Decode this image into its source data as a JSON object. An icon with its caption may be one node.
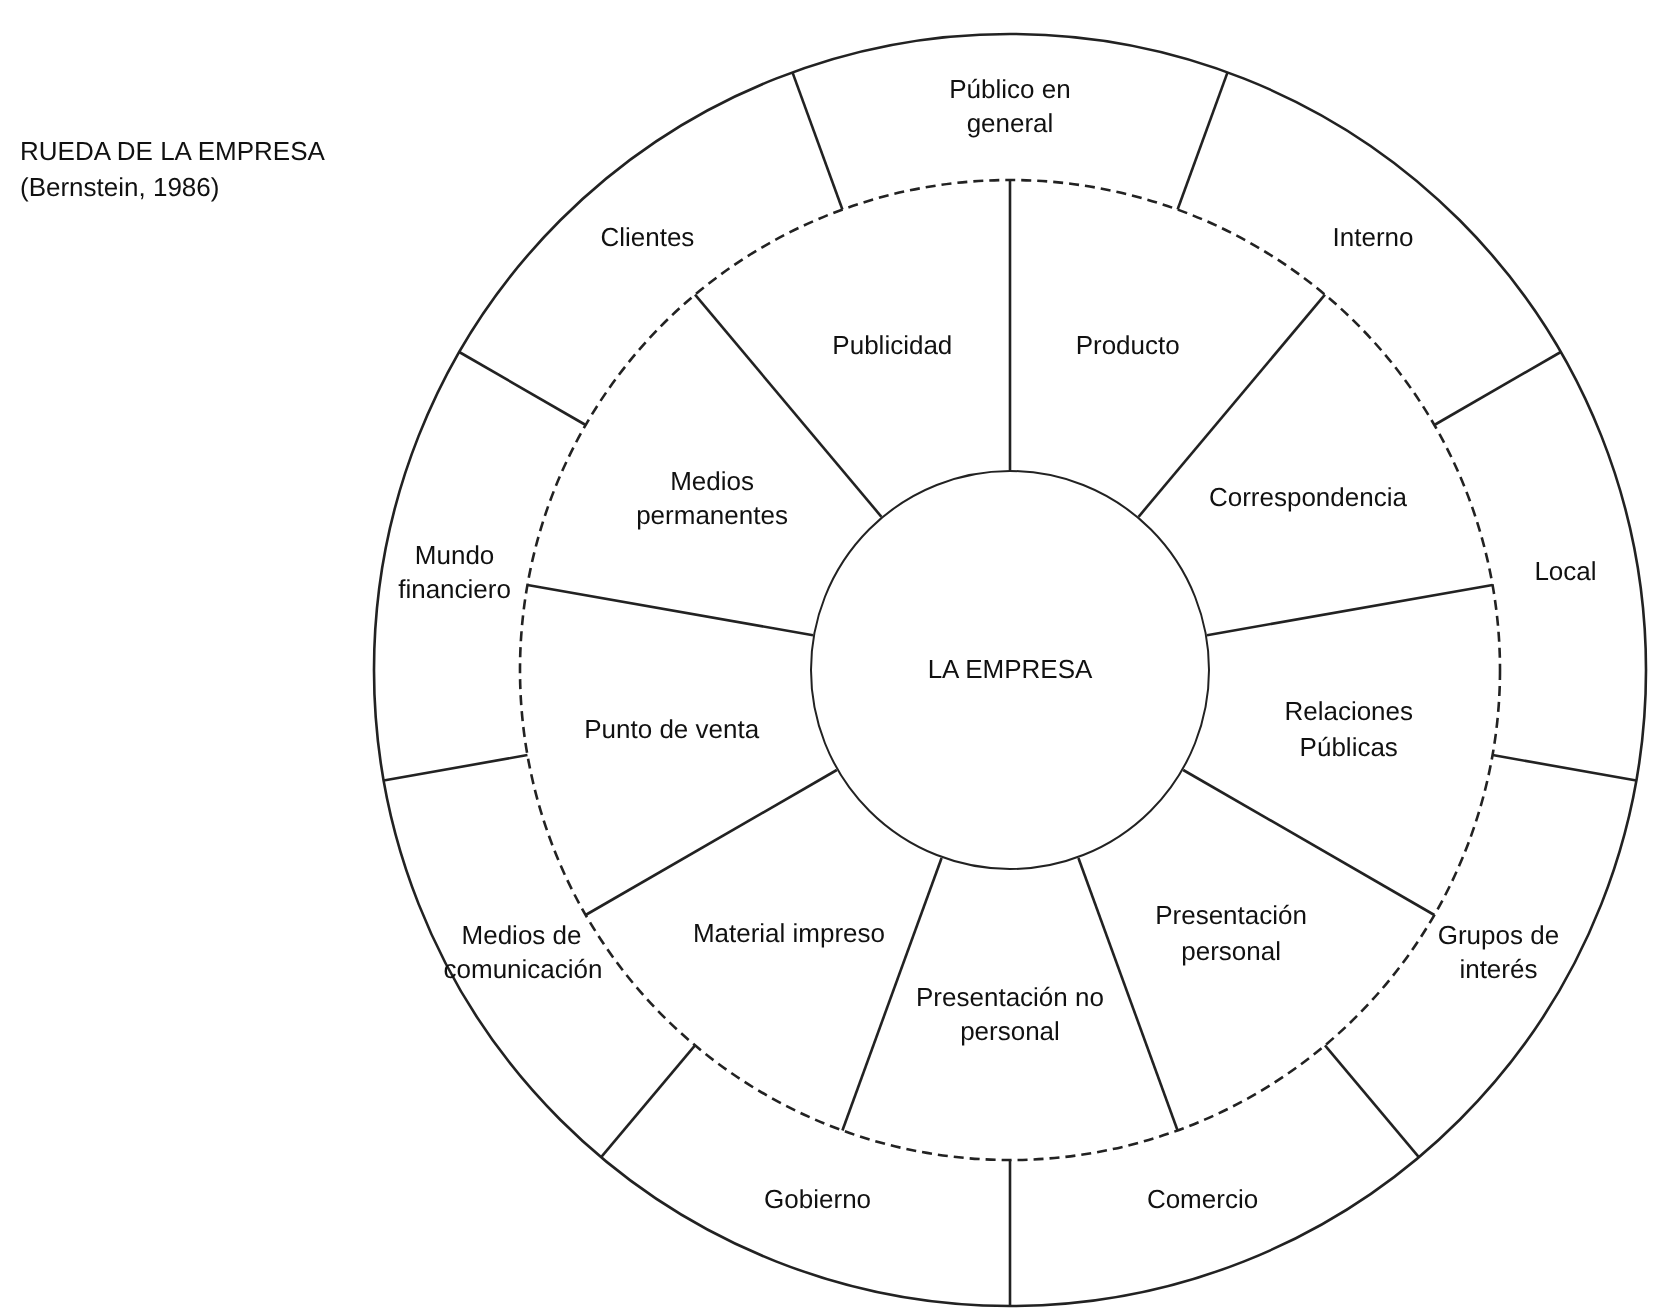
{
  "diagram": {
    "title": "RUEDA DE LA EMPRESA",
    "caption": "(Bernstein, 1986)",
    "nodes": [
      {
        "text": [
          "LA EMPRESA"
        ]
      },
      {
        "text": [
          "Producto"
        ]
      },
      {
        "text": [
          "Correspondencia"
        ]
      },
      {
        "text": [
          "Relaciones Públicas"
        ]
      },
      {
        "text": [
          "Presentación personal"
        ]
      },
      {
        "text": [
          "Presentación no personal"
        ]
      },
      {
        "text": [
          "Material impreso"
        ]
      },
      {
        "text": [
          "Punto de venta"
        ]
      },
      {
        "text": [
          "Medios permanentes"
        ]
      },
      {
        "text": [
          "Publicidad"
        ]
      },
      {
        "text": [
          "Público en general"
        ]
      },
      {
        "text": [
          "Interno"
        ]
      },
      {
        "text": [
          "Local"
        ]
      },
      {
        "text": [
          "Grupos de interés"
        ]
      },
      {
        "text": [
          "Comercio"
        ]
      },
      {
        "text": [
          "Gobierno"
        ]
      },
      {
        "text": [
          "Medios de comunicación"
        ]
      },
      {
        "text": [
          "Mundo financiero"
        ]
      },
      {
        "text": [
          "Clientes"
        ]
      }
    ],
    "edges": []
  }
}
